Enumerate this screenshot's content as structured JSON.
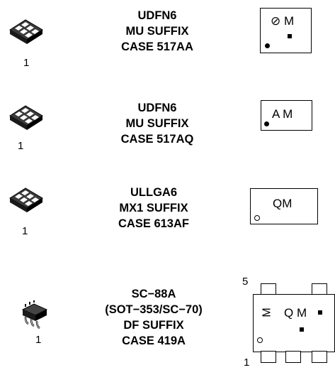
{
  "packages": [
    {
      "pin1": "1",
      "lines": [
        "UDFN6",
        "MU SUFFIX",
        "CASE 517AA"
      ],
      "marking": {
        "left_glyph": "⊘",
        "code": "M"
      }
    },
    {
      "pin1": "1",
      "lines": [
        "UDFN6",
        "MU SUFFIX",
        "CASE 517AQ"
      ],
      "marking": {
        "text": "A M"
      }
    },
    {
      "pin1": "1",
      "lines": [
        "ULLGA6",
        "MX1 SUFFIX",
        "CASE 613AF"
      ],
      "marking": {
        "text": "QM"
      }
    },
    {
      "pin1": "1",
      "lines": [
        "SC−88A",
        "(SOT−353/SC−70)",
        "DF SUFFIX",
        "CASE 419A"
      ],
      "marking": {
        "prefix": "M",
        "text": "Q M",
        "pin_top": "5",
        "pin_bottom": "1"
      }
    }
  ]
}
